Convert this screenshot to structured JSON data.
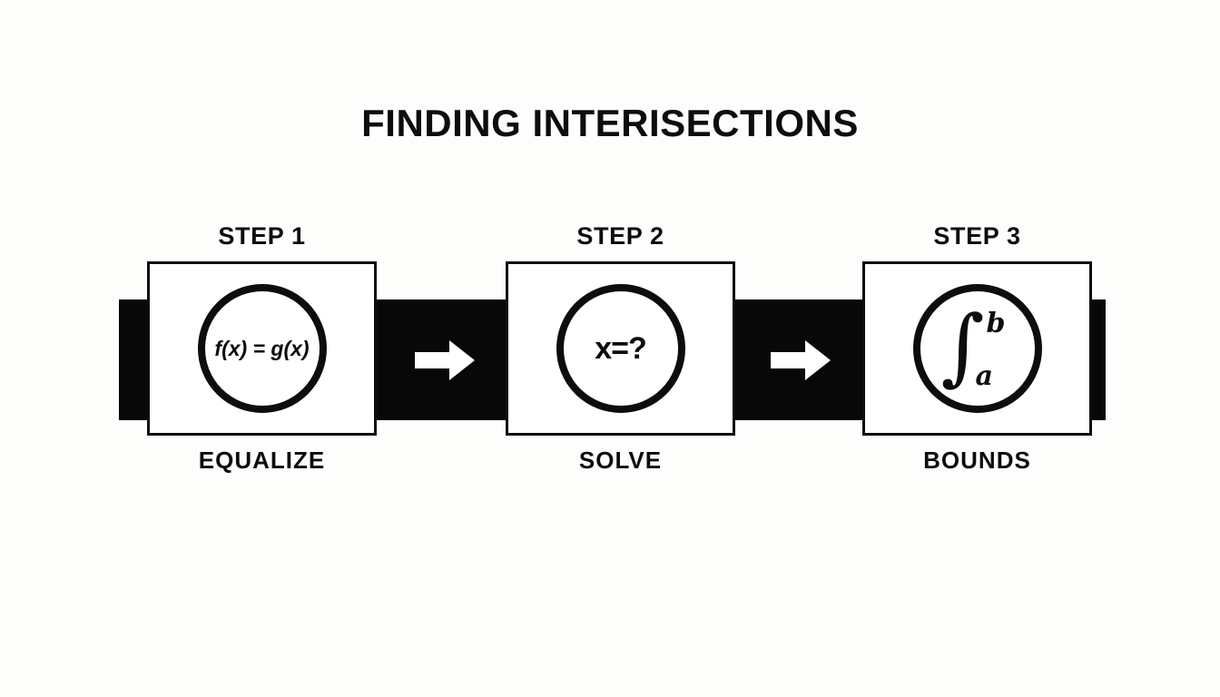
{
  "page": {
    "title": "FINDING INTERISECTIONS",
    "background_color": "#fdfdfc",
    "ink_color": "#0d0d0d"
  },
  "diagram": {
    "type": "process-flow",
    "orientation": "horizontal",
    "band_color": "#080808",
    "arrow_color": "#ffffff",
    "steps": [
      {
        "label": "STEP 1",
        "caption": "EQUALIZE",
        "symbol": "f(x) = g(x)",
        "symbol_kind": "equation"
      },
      {
        "label": "STEP 2",
        "caption": "SOLVE",
        "symbol": "x=?",
        "symbol_kind": "equation"
      },
      {
        "label": "STEP 3",
        "caption": "BOUNDS",
        "symbol_kind": "definite-integral",
        "integral": {
          "sign": "∫",
          "upper_bound": "b",
          "lower_bound": "a"
        }
      }
    ],
    "connectors": [
      {
        "name": "arrow-step1-to-step2",
        "glyph": "arrow-right-icon"
      },
      {
        "name": "arrow-step2-to-step3",
        "glyph": "arrow-right-icon"
      }
    ]
  }
}
